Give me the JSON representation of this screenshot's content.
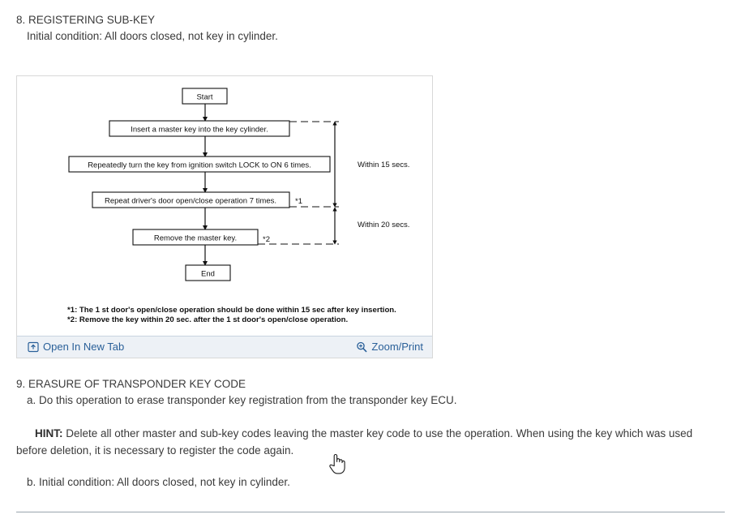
{
  "section8": {
    "heading": "8. REGISTERING SUB-KEY",
    "initial_condition": "Initial condition: All doors closed, not key in cylinder."
  },
  "figure": {
    "toolbar": {
      "open_in_new_tab_label": "Open In New Tab",
      "open_in_new_tab_icon": "external-window-icon",
      "zoom_print_label": "Zoom/Print",
      "zoom_print_icon": "magnifier-plus-icon"
    },
    "chart_data": {
      "type": "diagram",
      "title": "Sub-key registration procedure flowchart",
      "nodes": [
        {
          "id": "start",
          "label": "Start"
        },
        {
          "id": "step1",
          "label": "Insert a master key into the key cylinder."
        },
        {
          "id": "step2",
          "label": "Repeatedly turn the key from ignition switch LOCK to ON 6 times."
        },
        {
          "id": "step3",
          "label": "Repeat driver's door open/close operation 7 times.",
          "note": "*1"
        },
        {
          "id": "step4",
          "label": "Remove the master key.",
          "note": "*2"
        },
        {
          "id": "end",
          "label": "End"
        }
      ],
      "edges": [
        {
          "from": "start",
          "to": "step1"
        },
        {
          "from": "step1",
          "to": "step2"
        },
        {
          "from": "step2",
          "to": "step3"
        },
        {
          "from": "step3",
          "to": "step4"
        },
        {
          "from": "step4",
          "to": "end"
        }
      ],
      "timing_annotations": [
        {
          "label": "Within 15 secs.",
          "from": "step1",
          "to": "step3"
        },
        {
          "label": "Within 20 secs.",
          "from": "step3",
          "to": "step4"
        }
      ],
      "footnotes": [
        "*1: The 1 st door's open/close operation should be done within 15 sec after key insertion.",
        "*2: Remove the key within 20 sec. after the 1 st door's open/close operation."
      ]
    }
  },
  "section9": {
    "heading": "9. ERASURE OF TRANSPONDER KEY CODE",
    "item_a": "a. Do this operation to erase transponder key registration from the transponder key ECU.",
    "hint_label": "HINT:",
    "hint_text": " Delete all other master and sub-key codes leaving the master key code to use the operation. When using the key which was used before deletion, it is necessary to register the code again.",
    "item_b": "b. Initial condition: All doors closed, not key in cylinder."
  },
  "colors": {
    "link": "#2a6099",
    "text": "#3a3a3a",
    "figure_border": "#d8d8d8",
    "toolbar_bg": "#edf1f6",
    "rule": "#9aa4ad"
  }
}
